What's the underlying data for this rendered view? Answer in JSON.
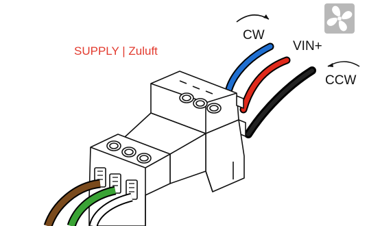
{
  "title": {
    "text": "SUPPLY | Zuluft",
    "color": "#e23a2e"
  },
  "labels": {
    "cw": "CW",
    "vin": "VIN+",
    "ccw": "CCW"
  },
  "icons": {
    "fan": "fan-icon"
  },
  "colors": {
    "wire_cw": "#1f6fd1",
    "wire_vin": "#e02a1b",
    "wire_ccw": "#111111",
    "wire_brown": "#7a4a1c",
    "wire_green": "#3aa335",
    "icon_bg": "#b8b8b8"
  }
}
